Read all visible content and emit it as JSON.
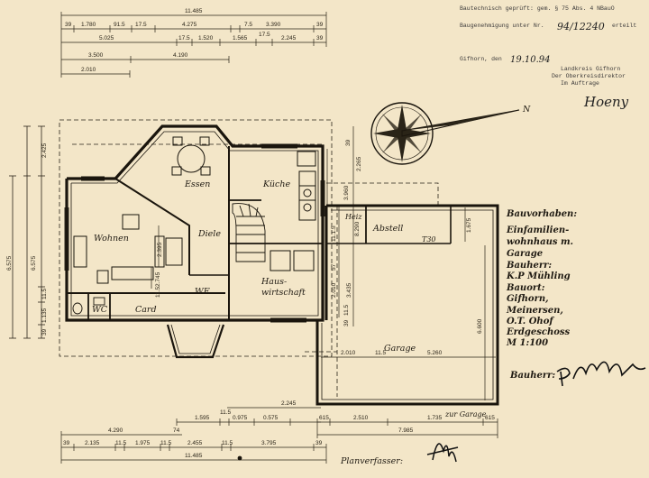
{
  "rooms": {
    "essen": "Essen",
    "kueche": "Küche",
    "wohnen": "Wohnen",
    "diele": "Diele",
    "hauswirtschaft_1": "Haus-",
    "hauswirtschaft_2": "wirtschaft",
    "wf": "WF",
    "wc": "WC",
    "card": "Card",
    "heiz": "Heiz",
    "abstell": "Abstell",
    "garage": "Garage",
    "zur_garage": "zur Garage"
  },
  "legend": {
    "line1": "Bauvorhaben:",
    "line2": "Einfamilien-",
    "line3": "wohnhaus m.",
    "line4": "Garage",
    "line5": "Bauherr:",
    "line6": "K.P Mühling",
    "line7": "Bauort:",
    "line8": "Gifhorn,",
    "line9": "Meinersen,",
    "line10": "O.T. Ohof",
    "line11": "Erdgeschoss",
    "line12": "M 1:100",
    "client_signature_label": "Bauherr:",
    "designer_label": "Planverfasser:"
  },
  "stamp": {
    "line1": "Bautechnisch geprüft: gem. § 75 Abs. 4 NBauO",
    "line2": "Baugenehmigung unter Nr.",
    "approval_number": "94/12240",
    "line2_suffix": "erteilt",
    "place_date_prefix": "Gifhorn, den",
    "date": "19.10.94",
    "authority1": "Landkreis Gifhorn",
    "authority2": "Der Oberkreisdirektor",
    "authority3": "Im Auftrage",
    "signature": "Hoeny"
  },
  "north_arrow_label": "N",
  "dims_top": {
    "r1_total": "11.485",
    "r2": [
      "39",
      "1.780",
      "91.5",
      "17.5",
      "4.275",
      "7.5",
      "3.390",
      "39"
    ],
    "r3": [
      "5.025",
      "17.5",
      "1.520",
      "1.565",
      "17.5",
      "2.245",
      "39"
    ],
    "r4": [
      "3.500",
      "4.190"
    ],
    "r5": "2.010"
  },
  "dims_left": [
    "2.425",
    "6.575",
    "6.575",
    "11.5",
    "1.135",
    "39"
  ],
  "dims_mid": [
    "2.395",
    "2.745",
    "11.5",
    "3.960",
    "2.265",
    "39",
    "8.290",
    "11.1.5",
    "2.010",
    "3.435",
    "57",
    "11.5",
    "39"
  ],
  "dims_right": [
    "1.675",
    "6.600"
  ],
  "dims_garage": [
    "2.010",
    "11.5",
    "5.260"
  ],
  "dims_bottom": {
    "r0": "2.245",
    "r1": [
      "1.595",
      "11.5",
      "0.975",
      "0.575"
    ],
    "r2": [
      "4.290",
      "74"
    ],
    "r3": [
      "39",
      "2.135",
      "11.5",
      "1.975",
      "11.5",
      "2.455",
      "11.5",
      "3.795",
      "39"
    ],
    "r4": "11.485",
    "garage_r1": [
      "615",
      "2.510",
      "1.735",
      "615"
    ],
    "garage_r2": "7.985"
  },
  "stair_mark": "T30"
}
